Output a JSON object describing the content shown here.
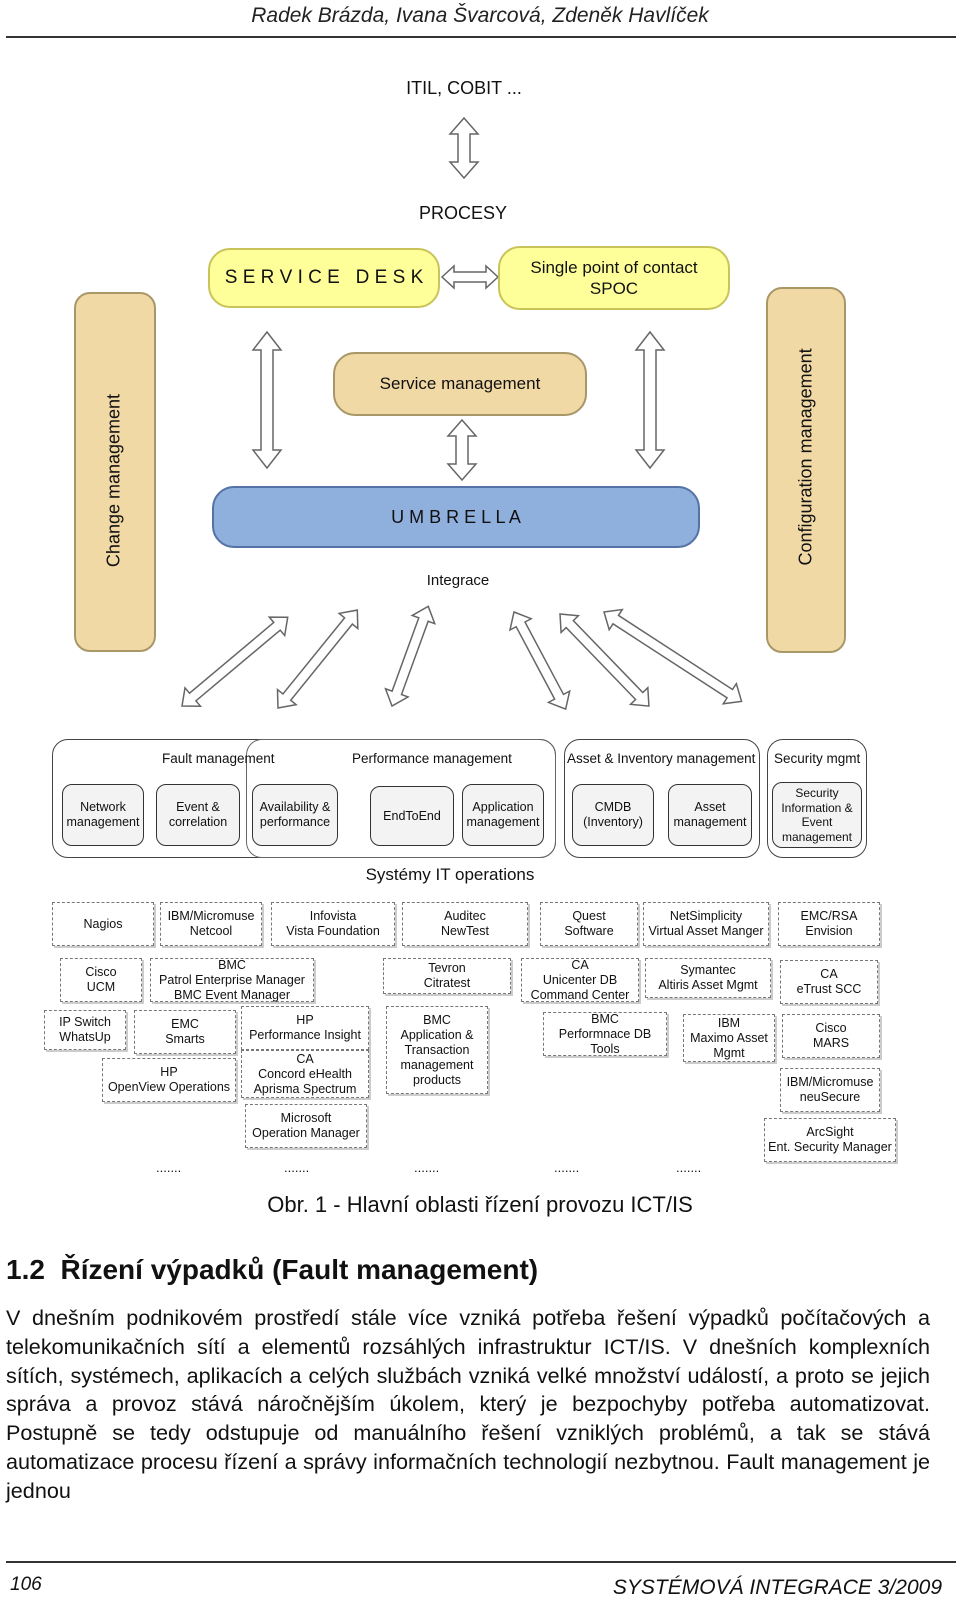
{
  "header": {
    "authors": "Radek Brázda, Ivana Švarcová, Zdeněk Havlíček"
  },
  "diagram": {
    "top_label": "ITIL, COBIT ...",
    "procesy": "PROCESY",
    "service_desk": "S E R V I C E   D E S K",
    "spoc": "Single point of contact\nSPOC",
    "service_management": "Service management",
    "umbrella": "U M B R E L L A",
    "integrace": "Integrace",
    "change_management": "Change management",
    "configuration_management": "Configuration management",
    "groups": {
      "fault": "Fault management",
      "performance": "Performance management",
      "asset": "Asset & Inventory management",
      "security": "Security mgmt"
    },
    "modules": {
      "network": "Network\nmanagement",
      "event": "Event &\ncorrelation",
      "availability": "Availability &\nperformance",
      "endtoend": "EndToEnd",
      "application": "Application\nmanagement",
      "cmdb": "CMDB\n(Inventory)",
      "asset": "Asset\nmanagement",
      "security": "Security\nInformation &\nEvent\nmanagement"
    },
    "systemy": "Systémy IT operations",
    "products": {
      "nagios": "Nagios",
      "ibm_netcool": "IBM/Micromuse\nNetcool",
      "infovista": "Infovista\nVista Foundation",
      "auditec": "Auditec\nNewTest",
      "quest": "Quest\nSoftware",
      "netsimplicity": "NetSimplicity\nVirtual Asset Manger",
      "emc_rsa": "EMC/RSA\nEnvision",
      "cisco_ucm": "Cisco\nUCM",
      "bmc_patrol": "BMC\nPatrol Enterprise Manager\nBMC Event Manager",
      "tevron": "Tevron\nCitratest",
      "ca_unicenter": "CA\nUnicenter DB\nCommand Center",
      "symantec": "Symantec\nAltiris Asset Mgmt",
      "ca_etrust": "CA\neTrust SCC",
      "ip_switch": "IP Switch\nWhatsUp",
      "emc_smarts": "EMC\nSmarts",
      "hp_openview": "HP\nOpenView Operations",
      "hp_perf": "HP\nPerformance Insight",
      "ca_concord": "CA\nConcord eHealth\nAprisma Spectrum",
      "bmc_app": "BMC\nApplication &\nTransaction\nmanagement\nproducts",
      "bmc_perf_db": "BMC\nPerformnace DB\nTools",
      "ibm_maximo": "IBM\nMaximo Asset\nMgmt",
      "cisco_mars": "Cisco\nMARS",
      "ibm_neusecure": "IBM/Micromuse\nneuSecure",
      "ms_ops": "Microsoft\nOperation Manager",
      "arcsight": "ArcSight\nEnt. Security Manager"
    },
    "dots": [
      ".......",
      ".......",
      ".......",
      ".......",
      "......."
    ]
  },
  "caption": "Obr. 1 - Hlavní oblasti řízení provozu ICT/IS",
  "section_title": "1.2  Řízení výpadků (Fault management)",
  "paragraph": "V dnešním podnikovém prostředí stále více vzniká potřeba řešení výpadků počítačových a telekomunikačních sítí a elementů rozsáhlých infrastruktur ICT/IS. V dnešních komplexních sítích, systémech, aplikacích a celých službách vzniká velké množství událostí, a proto se jejich správa a provoz stává náročnějším úkolem, který je bezpochyby potřeba automatizovat. Postupně se tedy odstupuje od manuálního řešení vzniklých problémů, a tak se stává automatizace procesu řízení a správy informačních technologií nezbytnou. Fault management je jednou",
  "footer": {
    "page": "106",
    "journal": "SYSTÉMOVÁ INTEGRACE 3/2009"
  }
}
